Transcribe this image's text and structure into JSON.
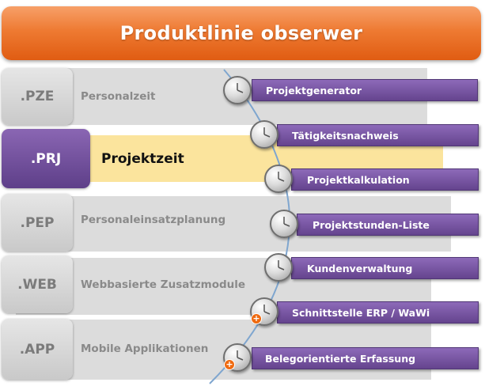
{
  "header": {
    "title": "Produktlinie obserwer"
  },
  "sections": [
    {
      "code": ".PZE",
      "label": "Personalzeit",
      "active": false
    },
    {
      "code": ".PRJ",
      "label": "Projektzeit",
      "active": true
    },
    {
      "code": ".PEP",
      "label": "Personaleinsatzplanung",
      "active": false
    },
    {
      "code": ".WEB",
      "label": "Webbasierte Zusatzmodule",
      "active": false
    },
    {
      "code": ".APP",
      "label": "Mobile Applikationen",
      "active": false
    }
  ],
  "modules": [
    {
      "label": "Projektgenerator",
      "icon": "clock-icon"
    },
    {
      "label": "Tätigkeitsnachweis",
      "icon": "clock-icon"
    },
    {
      "label": "Projektkalkulation",
      "icon": "clock-icon"
    },
    {
      "label": "Projektstunden-Liste",
      "icon": "clock-icon"
    },
    {
      "label": "Kundenverwaltung",
      "icon": "clock-icon"
    },
    {
      "label": "Schnittstelle ERP / WaWi",
      "icon": "clock-plus-icon"
    },
    {
      "label": "Belegorientierte Erfassung",
      "icon": "clock-plus-icon"
    }
  ],
  "colors": {
    "header": "#ee7a32",
    "active": "#6b4a97",
    "highlight": "#fbe49d",
    "band": "#dcdcdc",
    "connector": "#7fa6cf"
  }
}
